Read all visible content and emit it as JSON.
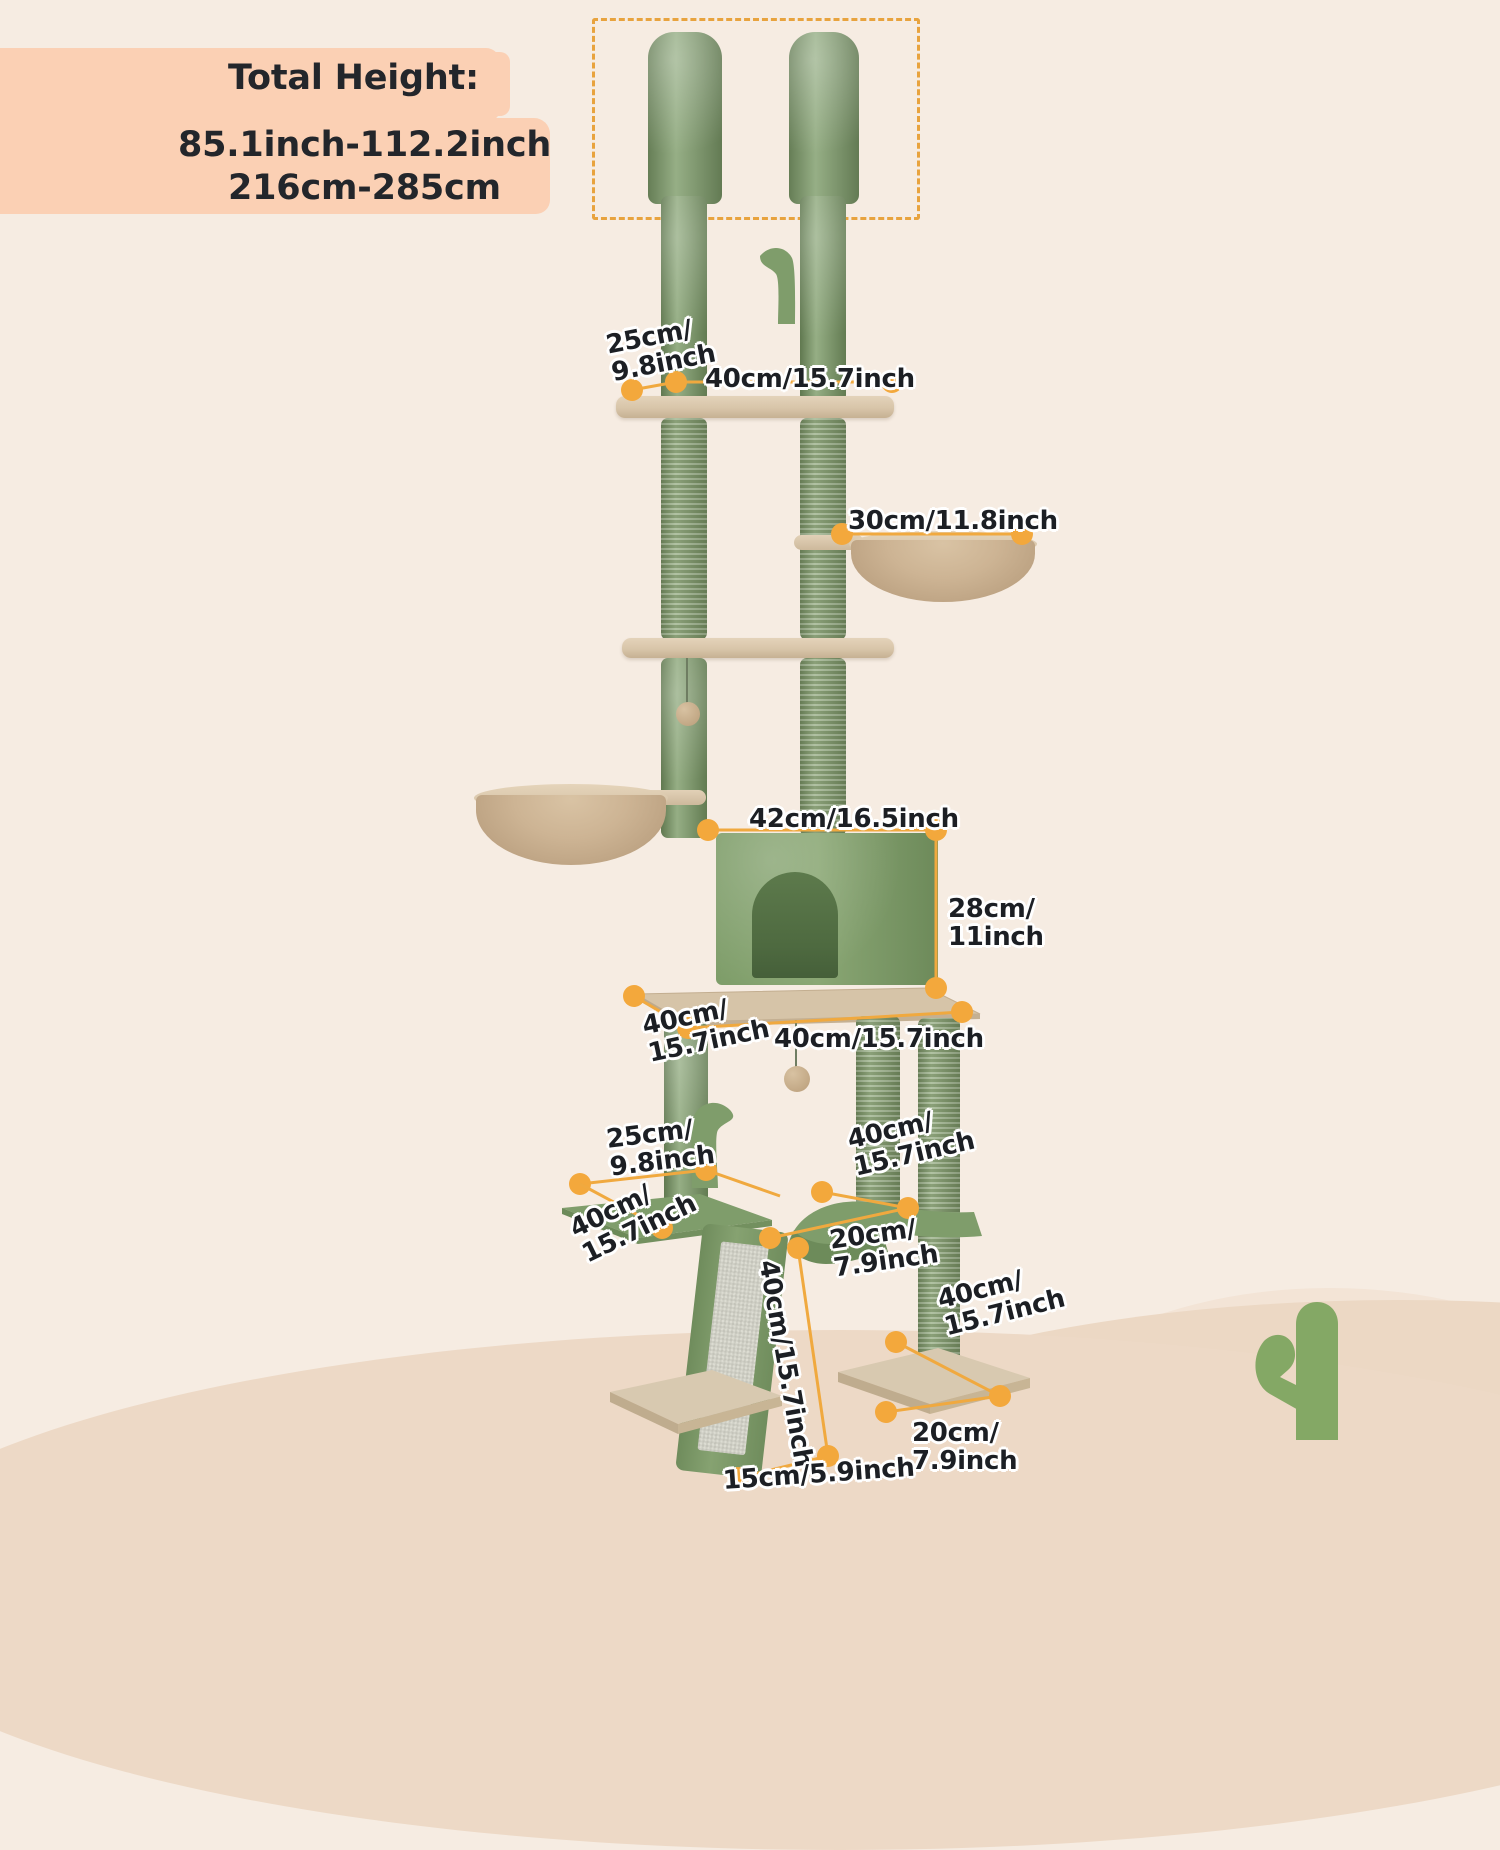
{
  "header": {
    "title": "Total Height:",
    "range_inch": "85.1inch-112.2inch",
    "range_cm": "216cm-285cm"
  },
  "colors": {
    "background": "#f6ece2",
    "banner_peach": "#fbd0b4",
    "accent_orange": "#f3a83c",
    "dashed_border": "#e8a33e",
    "plush_green": "#7d9b6a",
    "platform_beige": "#d9c6ad",
    "text_dark": "#1c1f24",
    "deco_cactus_green": "#84a865",
    "dune_back": "#f3e4d6",
    "dune_front": "#edd9c6"
  },
  "measurements": [
    {
      "id": "top-shelf-depth",
      "text": "25cm/\n9.8inch"
    },
    {
      "id": "top-shelf-width",
      "text": "40cm/15.7inch"
    },
    {
      "id": "upper-hammock-diameter",
      "text": "30cm/11.8inch"
    },
    {
      "id": "condo-width",
      "text": "42cm/16.5inch"
    },
    {
      "id": "condo-height",
      "text": "28cm/\n11inch"
    },
    {
      "id": "mid-platform-depth",
      "text": "40cm/\n15.7inch"
    },
    {
      "id": "mid-platform-width",
      "text": "40cm/15.7inch"
    },
    {
      "id": "lower-shelf-depth",
      "text": "25cm/\n9.8inch"
    },
    {
      "id": "lower-shelf-width",
      "text": "40cm/\n15.7inch"
    },
    {
      "id": "right-perch-width",
      "text": "40cm/\n15.7inch"
    },
    {
      "id": "right-perch-depth",
      "text": "20cm/\n7.9inch"
    },
    {
      "id": "ramp-length",
      "text": "40cm/15.7inch"
    },
    {
      "id": "ramp-width",
      "text": "15cm/5.9inch"
    },
    {
      "id": "right-base-length",
      "text": "40cm/\n15.7inch"
    },
    {
      "id": "right-base-width",
      "text": "20cm/\n7.9inch"
    }
  ],
  "annotations": {
    "adjustable_section_label": "adjustable-top-extension-area"
  },
  "decor": {
    "cactus": "cactus-icon",
    "dunes": "desert-dune-shape"
  }
}
